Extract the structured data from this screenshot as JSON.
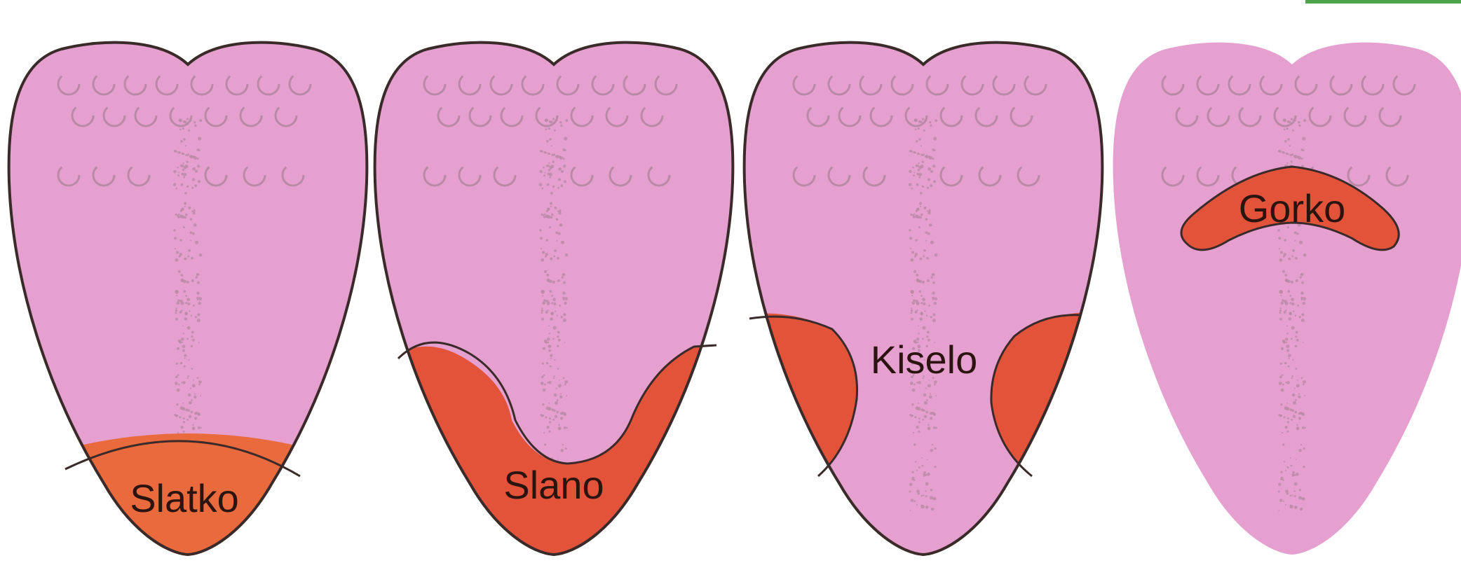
{
  "colors": {
    "background": "#ffffff",
    "tongue_fill": "#e6a0cf",
    "tongue_stroke": "#3a2a2a",
    "zone_fill": "#e2533a",
    "zone_fill_sweet": "#e96a3c",
    "papillae": "#b98aa8",
    "label_text": "#2b1410",
    "corner_tab": "#4ea24a"
  },
  "tongues": [
    {
      "zone": "tip",
      "label": "Slatko"
    },
    {
      "zone": "tip-and-sides",
      "label": "Slano"
    },
    {
      "zone": "sides",
      "label": "Kiselo"
    },
    {
      "zone": "back",
      "label": "Gorko"
    }
  ]
}
